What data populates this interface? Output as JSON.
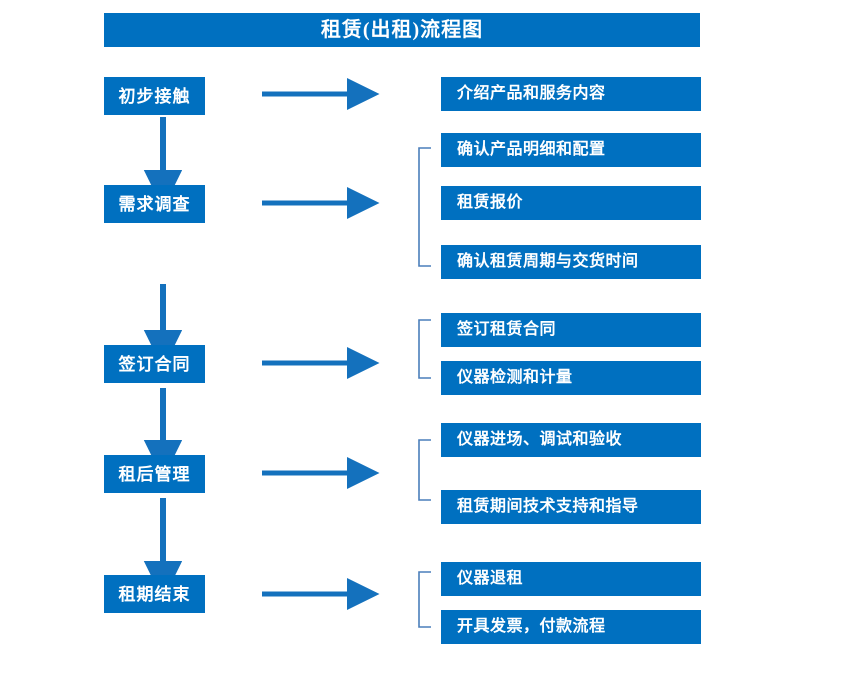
{
  "diagram": {
    "title": "租赁(出租)流程图",
    "accent_color": "#0070c0",
    "bracket_color": "#4a7ebb",
    "arrow_color": "#1471bd",
    "background_color": "#ffffff",
    "text_color": "#ffffff"
  },
  "stages": [
    {
      "id": "stage-1",
      "label": "初步接触"
    },
    {
      "id": "stage-2",
      "label": "需求调查"
    },
    {
      "id": "stage-3",
      "label": "签订合同"
    },
    {
      "id": "stage-4",
      "label": "租后管理"
    },
    {
      "id": "stage-5",
      "label": "租期结束"
    }
  ],
  "details": {
    "group_1": [
      {
        "label": "介绍产品和服务内容"
      }
    ],
    "group_2": [
      {
        "label": "确认产品明细和配置"
      },
      {
        "label": "租赁报价"
      },
      {
        "label": "确认租赁周期与交货时间"
      }
    ],
    "group_3": [
      {
        "label": "签订租赁合同"
      },
      {
        "label": "仪器检测和计量"
      }
    ],
    "group_4": [
      {
        "label": "仪器进场、调试和验收"
      },
      {
        "label": "租赁期间技术支持和指导"
      }
    ],
    "group_5": [
      {
        "label": "仪器退租"
      },
      {
        "label": "开具发票，付款流程"
      }
    ]
  },
  "connectors": {
    "horizontal_arrows": 5,
    "vertical_arrows": 4,
    "brackets": 4
  }
}
